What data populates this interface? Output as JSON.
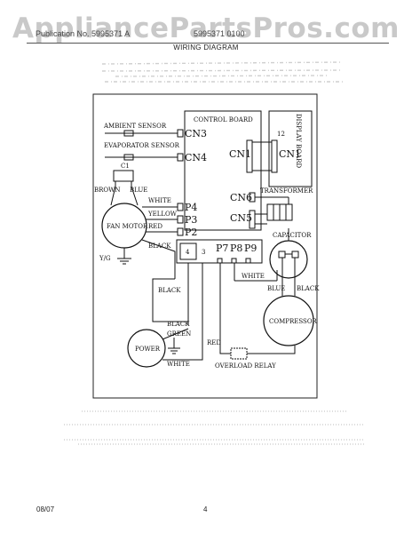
{
  "header": {
    "watermark": "AppliancePartsPros.com",
    "left_text": "Publication No. 5995371 A",
    "mid_text": "5995371 0100",
    "title": "WIRING DIAGRAM"
  },
  "diagram": {
    "control_board": "CONTROL BOARD",
    "display_board": "DISPLAY BOARD",
    "ambient_sensor": "AMBIENT SENSOR",
    "evaporator_sensor": "EVAPORATOR SENSOR",
    "cn3": "CN3",
    "cn4": "CN4",
    "cn1_board": "CN1",
    "cn1_display": "CN1",
    "display_pin": "12",
    "cn6": "CN6",
    "cn5": "CN5",
    "transformer": "TRANSFORMER",
    "c1": "C1",
    "brown": "BROWN",
    "blue_top": "BLUE",
    "white_p4": "WHITE",
    "p4": "P4",
    "yellow": "YELLOW",
    "p3": "P3",
    "red_p2": "RED",
    "p2": "P2",
    "fan_motor": "FAN MOTOR",
    "black_mid": "BLACK",
    "yg": "Y/G",
    "relay_4": "4",
    "relay_3": "3",
    "p7": "P7",
    "p8": "P8",
    "p9": "P9",
    "capacitor": "CAPACITOR",
    "white_right": "WHITE",
    "blue_right": "BLUE",
    "black_right": "BLACK",
    "black_left": "BLACK",
    "compressor": "COMPRESSOR",
    "black_power": "BLACK",
    "green": "GREEN",
    "power": "POWER",
    "white_power": "WHITE",
    "red_relay": "RED",
    "overload_relay": "OVERLOAD RELAY"
  },
  "footer": {
    "date": "08/07",
    "page": "4"
  }
}
